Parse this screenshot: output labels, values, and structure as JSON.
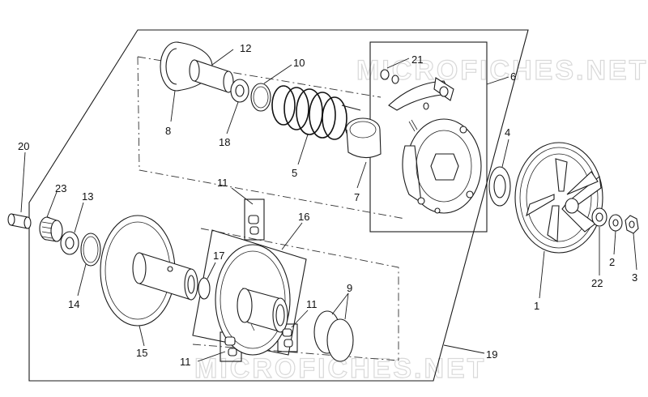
{
  "watermark": "MICROFICHES.NET",
  "callouts": {
    "c1": "1",
    "c2": "2",
    "c3": "3",
    "c4": "4",
    "c5": "5",
    "c6": "6",
    "c7": "7",
    "c8": "8",
    "c9": "9",
    "c10": "10",
    "c11a": "11",
    "c11b": "11",
    "c11c": "11",
    "c12": "12",
    "c13": "13",
    "c14": "14",
    "c15": "15",
    "c16": "16",
    "c17": "17",
    "c18": "18",
    "c19": "19",
    "c20": "20",
    "c21": "21",
    "c22": "22",
    "c23": "23"
  }
}
